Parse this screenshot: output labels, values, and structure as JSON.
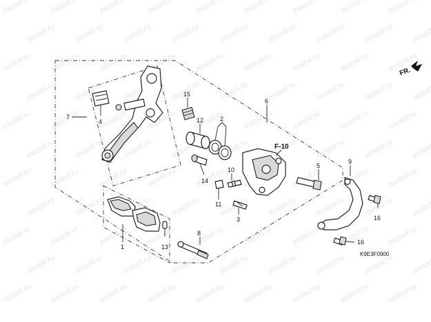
{
  "diagram": {
    "watermark": "motod.ru",
    "direction_label": "FR.",
    "figure_code": "K9E3F0900",
    "section_ref": "F-10",
    "callouts": {
      "p1": "1",
      "p2": "2",
      "p3": "3",
      "p4": "4",
      "p5": "5",
      "p6": "6",
      "p7": "7",
      "p8": "8",
      "p9": "9",
      "p10": "10",
      "p11": "11",
      "p12": "12",
      "p13": "13",
      "p14": "14",
      "p15": "15",
      "p16a": "16",
      "p16b": "16"
    },
    "colors": {
      "line": "#222222",
      "fill": "#ffffff",
      "watermark": "#e6e6e6"
    }
  }
}
